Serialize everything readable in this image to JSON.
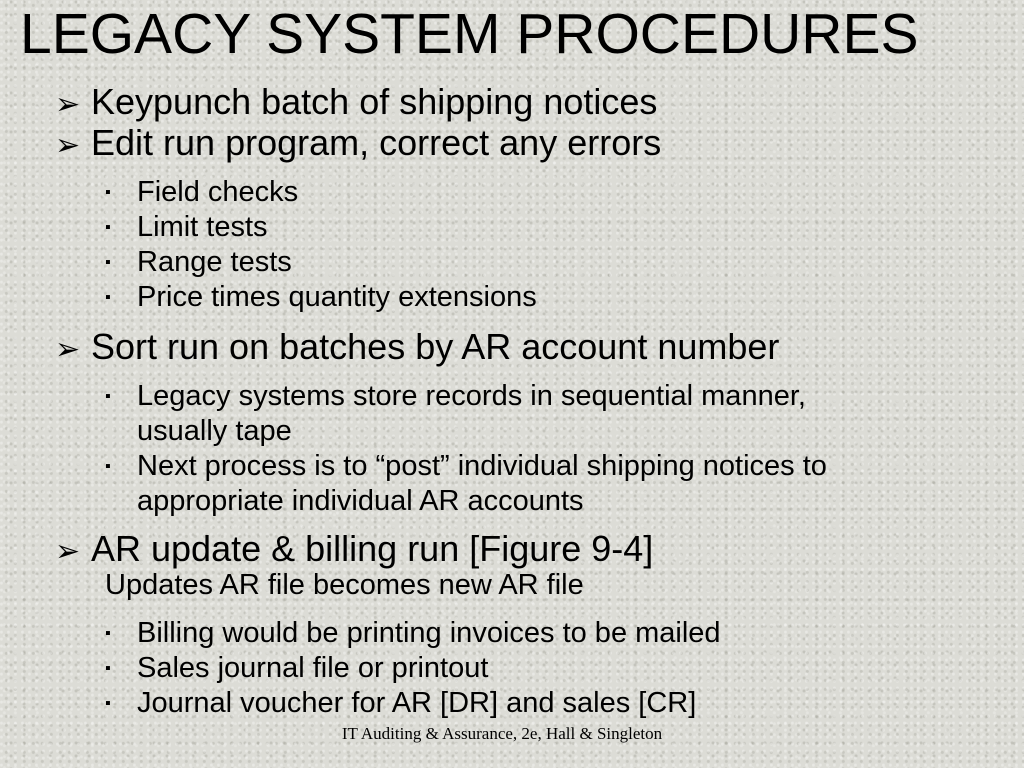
{
  "title": "LEGACY SYSTEM PROCEDURES",
  "icons": {
    "level1": "arrowhead-bullet-icon",
    "level2": "square-bullet-icon"
  },
  "glyphs": {
    "level1": "➢",
    "level2": "▪"
  },
  "items": [
    {
      "text": "Keypunch batch of shipping notices"
    },
    {
      "text": "Edit run program, correct any errors",
      "children": [
        "Field checks",
        "Limit tests",
        "Range tests",
        "Price times quantity extensions"
      ]
    },
    {
      "text": "Sort run on batches by AR account number",
      "children": [
        [
          "Legacy systems store records in sequential manner,",
          "usually tape"
        ],
        [
          "Next process is to “post” individual shipping notices to",
          "appropriate individual AR accounts"
        ]
      ]
    },
    {
      "text": "AR update & billing run  [Figure 9-4]",
      "subtext": "Updates AR file becomes new AR file",
      "children": [
        "Billing would be printing invoices to be mailed",
        "Sales journal file or printout",
        "Journal voucher for AR [DR] and sales [CR]"
      ]
    }
  ],
  "footer": "IT Auditing & Assurance, 2e, Hall & Singleton"
}
